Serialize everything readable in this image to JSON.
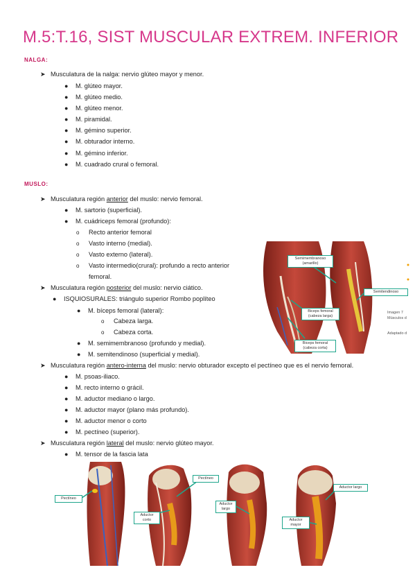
{
  "title": "M.5:T.16, SIST MUSCULAR EXTREM. INFERIOR",
  "nalga": {
    "heading": "NALGA:",
    "intro": "Musculatura de la nalga: nervio glúteo mayor y menor.",
    "items": [
      "M. glúteo mayor.",
      "M. glúteo medio.",
      "M. glúteo menor.",
      "M. piramidal.",
      "M. gémino superior.",
      "M. obturador interno.",
      "M. gémino inferior.",
      "M. cuadrado crural o femoral."
    ]
  },
  "muslo": {
    "heading": "MUSLO:",
    "anterior": {
      "pre": "Musculatura región ",
      "u": "anterior",
      "post": " del muslo: nervio femoral.",
      "sartorio": "M. sartorio (superficial).",
      "cuadriceps": "M. cuádriceps femoral (profundo):",
      "sub": [
        "Recto anterior femoral",
        "Vasto interno (medial).",
        "Vasto externo (lateral).",
        "Vasto intermedio(crural): profundo a recto anterior"
      ],
      "sub_cont": "femoral."
    },
    "posterior": {
      "pre": "Musculatura región ",
      "u": "posterior",
      "post": " del muslo: nervio ciático.",
      "isquio": "ISQUIOSURALES: triángulo superior Rombo poplíteo",
      "biceps": "M. bíceps femoral (lateral):",
      "biceps_sub": [
        "Cabeza larga.",
        "Cabeza corta."
      ],
      "semimem": "M. semimembranoso (profundo y medial).",
      "semiten": "M. semitendinoso (superficial y medial)."
    },
    "anterointerna": {
      "pre": "Musculatura región ",
      "u": "antero-interna",
      "post": " del muslo: nervio obturador excepto el pectíneo que es el nervio femoral.",
      "items": [
        "M. psoas-iliaco.",
        "M. recto interno o grácil.",
        "M. aductor mediano o largo.",
        "M. aductor mayor (plano más profundo).",
        "M. aductor menor o corto",
        "M. pectíneo (superior)."
      ]
    },
    "lateral": {
      "pre": "Musculatura región ",
      "u": "lateral",
      "post": " del muslo: nervio glúteo mayor.",
      "item": "M. tensor de la fascia lata"
    }
  },
  "figure_posterior": {
    "labels": {
      "semimembranoso": "Semimembranoso (amarillo)",
      "semitendinoso": "Semitendinoso",
      "biceps_larga": "Biceps femoral (cabeza larga)",
      "biceps_corta": "Biceps femoral (cabeza corta)"
    },
    "caption_1": "Imagen 7",
    "caption_2": "Músculos d",
    "caption_3": "Adaptado d"
  },
  "figure_bottom": {
    "pectineo_1": "Pectíneo",
    "pectineo_2": "Pectíneo",
    "aductor_corto": "Aductor corto",
    "aductor_largo_1": "Aductor largo",
    "aductor_largo_2": "Aductor largo",
    "aductor_mayor": "Aductor mayor"
  },
  "colors": {
    "title": "#d6388b",
    "heading": "#c2185b",
    "label_border": "#1da58b",
    "muscle": "#b13a2e"
  }
}
